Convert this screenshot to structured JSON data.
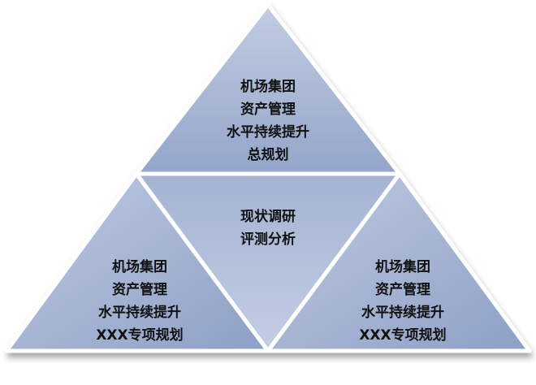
{
  "diagram": {
    "top": {
      "lines": [
        "机场集团",
        "资产管理",
        "水平持续提升",
        "总规划"
      ]
    },
    "center": {
      "lines": [
        "现状调研",
        "评测分析"
      ]
    },
    "bottom_left": {
      "lines": [
        "机场集团",
        "资产管理",
        "水平持续提升",
        "XXX专项规划"
      ]
    },
    "bottom_right": {
      "lines": [
        "机场集团",
        "资产管理",
        "水平持续提升",
        "XXX专项规划"
      ]
    },
    "colors": {
      "fill_light": "#b6c3dc",
      "fill_dark": "#8da0c6",
      "edge": "#ffffff"
    }
  }
}
